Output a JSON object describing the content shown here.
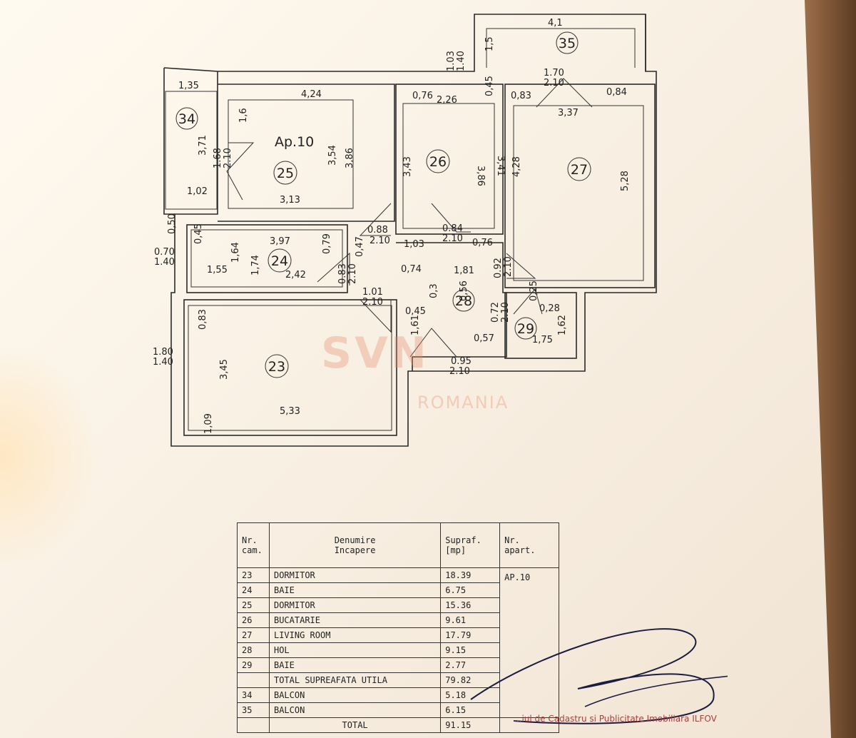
{
  "plan": {
    "apartment_label": "Ap.10",
    "rooms": [
      {
        "id": "34",
        "label": "34"
      },
      {
        "id": "35",
        "label": "35"
      },
      {
        "id": "25",
        "label": "25"
      },
      {
        "id": "26",
        "label": "26"
      },
      {
        "id": "27",
        "label": "27"
      },
      {
        "id": "24",
        "label": "24"
      },
      {
        "id": "23",
        "label": "23"
      },
      {
        "id": "28",
        "label": "28"
      },
      {
        "id": "29",
        "label": "29"
      }
    ],
    "dims": {
      "d135": "1,35",
      "d424": "4,24",
      "d076": "0,76",
      "d226": "2,26",
      "d045a": "0,45",
      "d083": "0,83",
      "d084": "0,84",
      "d41": "4,1",
      "d15": "1,5",
      "d170": "1.70",
      "d210a": "2.10",
      "d103top": "1.03",
      "d140top": "1.40",
      "d337": "3,37",
      "d16": "1,6",
      "d371": "3,71",
      "d168": "1.68",
      "d210b": "2.10",
      "d354": "3,54",
      "d386": "3,86",
      "d343": "3,43",
      "d386b": "3,86",
      "d341": "3,41",
      "d428": "4,28",
      "d528": "5,28",
      "d102": "1,02",
      "d313": "3,13",
      "d050": "0,50",
      "d045b": "0,45",
      "d397": "3,97",
      "d079": "0,79",
      "d088": "0.88",
      "d210c": "2.10",
      "d047": "0,47",
      "d084b": "0.84",
      "d210d": "2.10",
      "d103": "1,03",
      "d076b": "0,76",
      "d070": "0.70",
      "d140a": "1.40",
      "d164": "1,64",
      "d174": "1,74",
      "d155": "1,55",
      "d242": "2,42",
      "d083b": "0.83",
      "d210e": "2.10",
      "d074": "0,74",
      "d181": "1,81",
      "d092": "0.92",
      "d210f": "2.10",
      "d101": "1.01",
      "d210g": "2.10",
      "d03": "0,3",
      "d056": "0,56",
      "d045c": "0,45",
      "d025": "0,25",
      "d028": "0,28",
      "d072": "0.72",
      "d210h": "2.10",
      "d083c": "0,83",
      "d161": "1,61",
      "d162": "1,62",
      "d057": "0,57",
      "d175": "1,75",
      "d345": "3,45",
      "d180": "1.80",
      "d140b": "1.40",
      "d095": "0.95",
      "d210i": "2.10",
      "d109": "1,09",
      "d533": "5,33"
    }
  },
  "watermark": {
    "logo": "SVN",
    "sub": "ROMANIA"
  },
  "table": {
    "headers": {
      "nr_cam_1": "Nr.",
      "nr_cam_2": "cam.",
      "denumire_1": "Denumire",
      "denumire_2": "Incapere",
      "supraf_1": "Supraf.",
      "supraf_2": "[mp]",
      "nr_apart_1": "Nr.",
      "nr_apart_2": "apart."
    },
    "apartment": "AP.10",
    "rows": [
      {
        "nr": "23",
        "name": "DORMITOR",
        "area": "18.39"
      },
      {
        "nr": "24",
        "name": "BAIE",
        "area": "6.75"
      },
      {
        "nr": "25",
        "name": "DORMITOR",
        "area": "15.36"
      },
      {
        "nr": "26",
        "name": "BUCATARIE",
        "area": "9.61"
      },
      {
        "nr": "27",
        "name": "LIVING ROOM",
        "area": "17.79"
      },
      {
        "nr": "28",
        "name": "HOL",
        "area": "9.15"
      },
      {
        "nr": "29",
        "name": "BAIE",
        "area": "2.77"
      }
    ],
    "total_util": {
      "name": "TOTAL SUPREAFATA UTILA",
      "area": "79.82"
    },
    "balcony_rows": [
      {
        "nr": "34",
        "name": "BALCON",
        "area": "5.18"
      },
      {
        "nr": "35",
        "name": "BALCON",
        "area": "6.15"
      }
    ],
    "total": {
      "name": "TOTAL",
      "area": "91.15"
    }
  },
  "stamp_text": "...iul de Cadastru si Publicitate Imobiliara ILFOV"
}
